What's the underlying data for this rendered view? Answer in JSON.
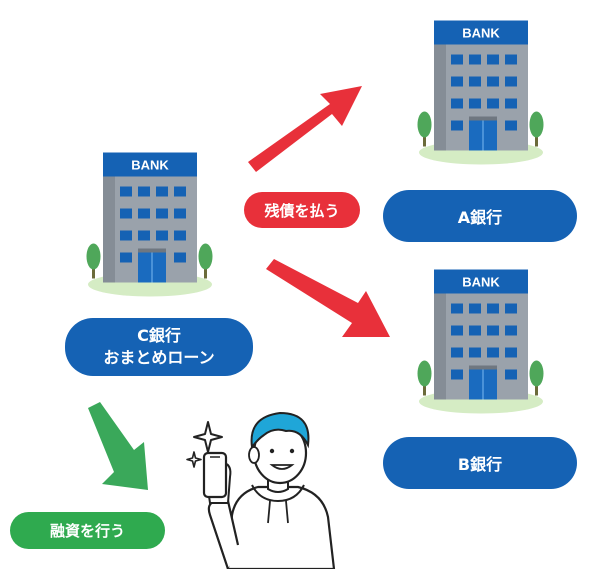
{
  "banks": {
    "sign": "BANK",
    "c": {
      "label_line1": "C銀行",
      "label_line2": "おまとめローン"
    },
    "a": {
      "label": "A銀行"
    },
    "b": {
      "label": "B銀行"
    }
  },
  "actions": {
    "repay": "残債を払う",
    "finance": "融資を行う"
  },
  "colors": {
    "blue": "#1562b4",
    "red": "#e8303a",
    "green": "#2faa4f",
    "building": "#9aa2ab",
    "window": "#1562b4",
    "grass": "#d5ecc4"
  }
}
